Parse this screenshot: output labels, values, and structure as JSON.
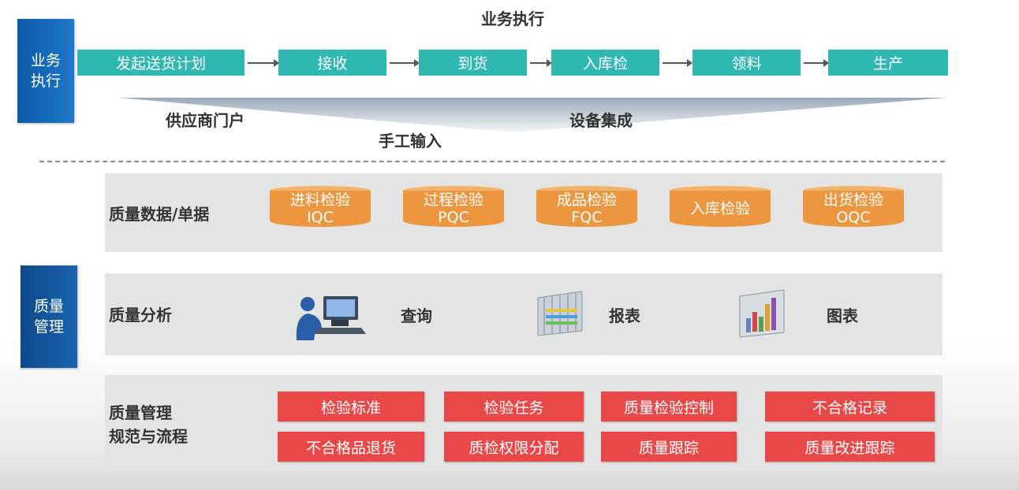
{
  "title": "业务执行",
  "side_top": "业务执行",
  "side_mid": "质量管理",
  "flow_steps": [
    "发起送货计划",
    "接收",
    "到货",
    "入库检",
    "领料",
    "生产"
  ],
  "funnel": {
    "left": "供应商门户",
    "center": "手工输入",
    "right": "设备集成"
  },
  "quality_data": {
    "label": "质量数据/单据",
    "items": [
      {
        "name": "进料检验",
        "code": "IQC"
      },
      {
        "name": "过程检验",
        "code": "PQC"
      },
      {
        "name": "成品检验",
        "code": "FQC"
      },
      {
        "name": "入库检验",
        "code": ""
      },
      {
        "name": "出货检验",
        "code": "OQC"
      }
    ]
  },
  "analysis": {
    "label": "质量分析",
    "items": [
      {
        "label": "查询",
        "icon": "computer-user-icon"
      },
      {
        "label": "报表",
        "icon": "report-sheet-icon"
      },
      {
        "label": "图表",
        "icon": "bar-chart-icon"
      }
    ]
  },
  "process": {
    "label_line1": "质量管理",
    "label_line2": "规范与流程",
    "items": [
      "检验标准",
      "检验任务",
      "质量检验控制",
      "不合格记录",
      "不合格品退货",
      "质检权限分配",
      "质量跟踪",
      "质量改进跟踪"
    ]
  },
  "colors": {
    "flow": "#2fb8b2",
    "cylinder": "#ec9640",
    "red_box": "#e84848",
    "side_blue": "#1565b0"
  }
}
